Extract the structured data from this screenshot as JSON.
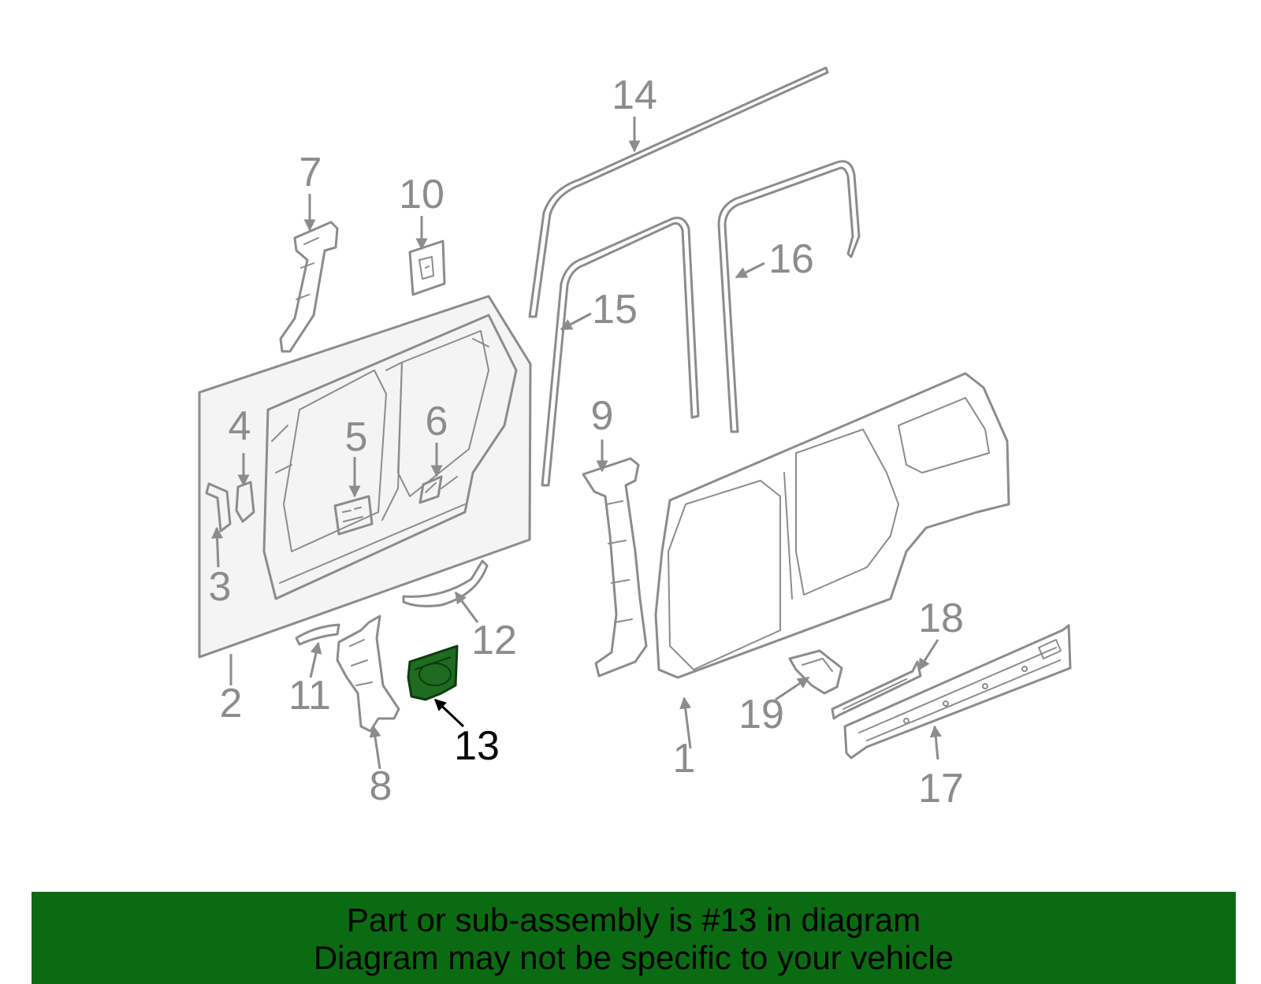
{
  "diagram": {
    "highlighted_part": "13",
    "highlight_color": "#1f6b1f",
    "callout_color": "#8c8c8c",
    "active_callout_color": "#000000",
    "callouts": [
      "1",
      "2",
      "3",
      "4",
      "5",
      "6",
      "7",
      "8",
      "9",
      "10",
      "11",
      "12",
      "13",
      "14",
      "15",
      "16",
      "17",
      "18",
      "19"
    ]
  },
  "banner": {
    "background": "#0b6b12",
    "line1": "Part or sub-assembly is #13 in diagram",
    "line2": "Diagram may not be specific to your vehicle"
  }
}
